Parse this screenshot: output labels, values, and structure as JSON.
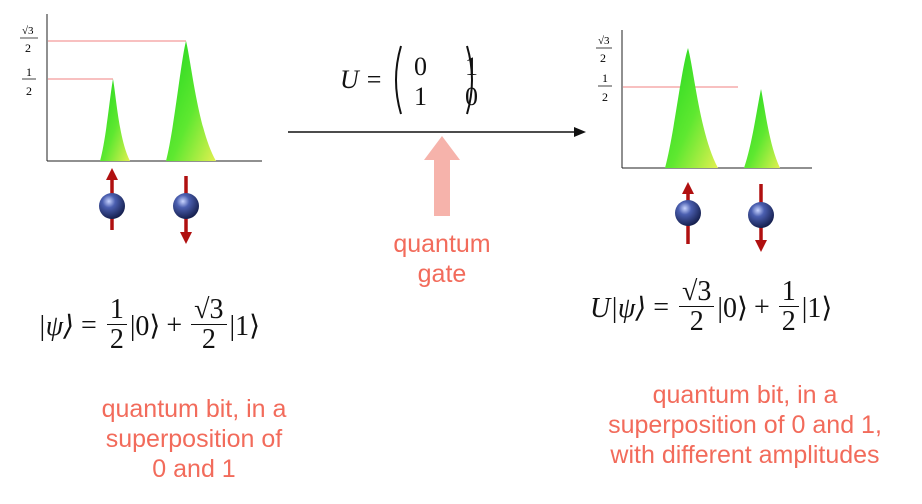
{
  "gate": {
    "matrix_label": "U",
    "matrix": [
      [
        "0",
        "1"
      ],
      [
        "1",
        "0"
      ]
    ],
    "label": "quantum\ngate",
    "arrow_color": "#f6b3ab"
  },
  "left": {
    "axis_tick_top": "√3/2",
    "axis_tick_low": "1/2",
    "equation": {
      "lhs": "|ψ⟩",
      "coef0": {
        "num": "1",
        "den": "2"
      },
      "ket0": "|0⟩",
      "coef1": {
        "num": "√3",
        "den": "2"
      },
      "ket1": "|1⟩"
    },
    "caption": "quantum bit, in a\nsuperposition of\n0 and 1",
    "peak_heights": [
      0.5,
      0.866
    ]
  },
  "right": {
    "axis_tick_top": "√3/2",
    "axis_tick_low": "1/2",
    "equation": {
      "lhs": "U|ψ⟩",
      "coef0": {
        "num": "√3",
        "den": "2"
      },
      "ket0": "|0⟩",
      "coef1": {
        "num": "1",
        "den": "2"
      },
      "ket1": "|1⟩"
    },
    "caption": "quantum bit, in a\nsuperposition of 0 and 1,\nwith different amplitudes",
    "peak_heights": [
      0.866,
      0.5
    ]
  },
  "colors": {
    "caption": "#f26b5b",
    "guide_line": "#f08080",
    "peak_top": "#22dd22",
    "peak_base": "#d6f040",
    "spin_arrow": "#b01010",
    "sphere": "#2a3a7a"
  }
}
